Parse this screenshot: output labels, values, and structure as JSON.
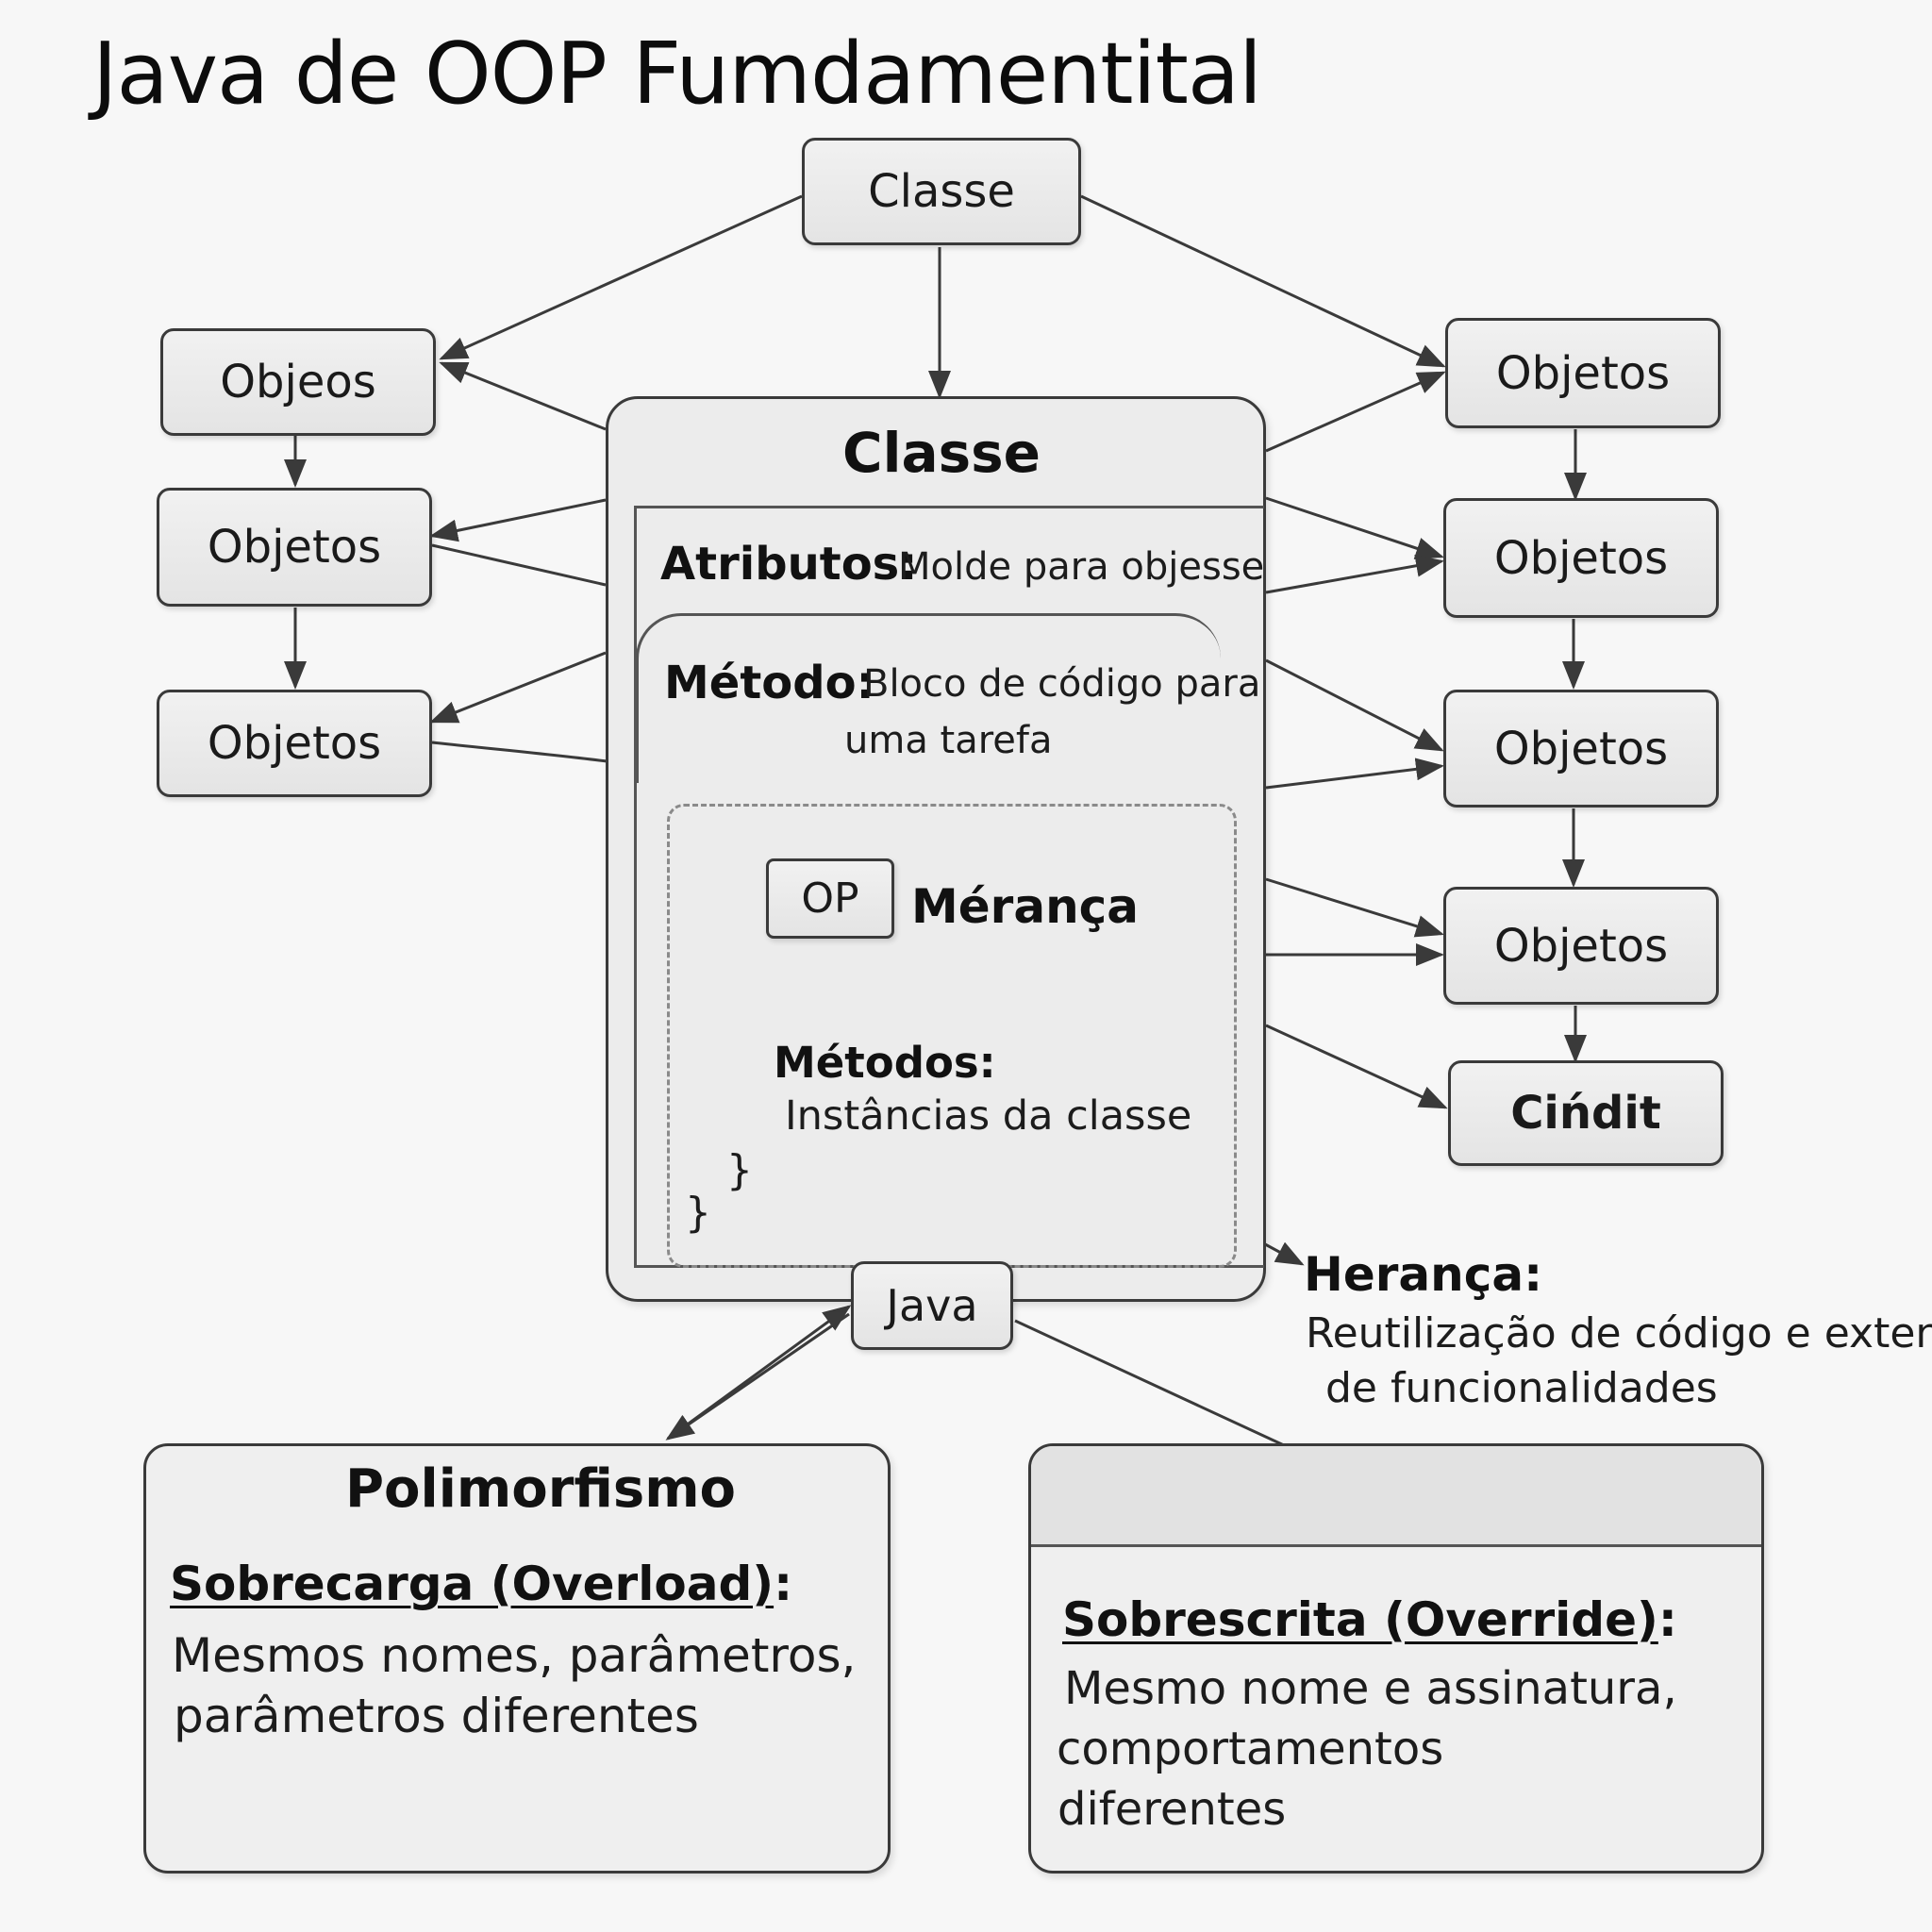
{
  "title": "Java  de OOP Fumdamentital",
  "top_class": "Classe",
  "left_boxes": [
    "Objeos",
    "Objetos",
    "Objetos"
  ],
  "right_boxes": [
    "Objetos",
    "Objetos",
    "Objetos",
    "Objetos",
    "Cińdit"
  ],
  "class_panel": {
    "title": "Classe",
    "atributos_label": "Atributos:",
    "atributos_text": "Molde para objesse",
    "metodo_label": "Método:",
    "metodo_text_1": "Bloco de código para",
    "metodo_text_2": "uma tarefa",
    "op_box": "OP",
    "meranca": "Mérança",
    "metodos_label": "Métodos:",
    "metodos_text": "Instâncias da classe",
    "brace_1": "}",
    "brace_2": "}"
  },
  "java_box": "Java",
  "heranca": {
    "label": "Herança:",
    "line1": "Reutilização de código e extensão",
    "line2": "de funcionalidades"
  },
  "polimorfismo": {
    "title": "Polimorfismo",
    "heading": "Sobrecarga (Overload)",
    "colon": ":",
    "line1": "Mesmos nomes, parâmetros,",
    "line2": "parâmetros diferentes"
  },
  "override": {
    "heading": "Sobrescrita (Override)",
    "colon": ":",
    "line1": "Mesmo nome e assinatura,",
    "line2": "comportamentos",
    "line3": "diferentes"
  }
}
